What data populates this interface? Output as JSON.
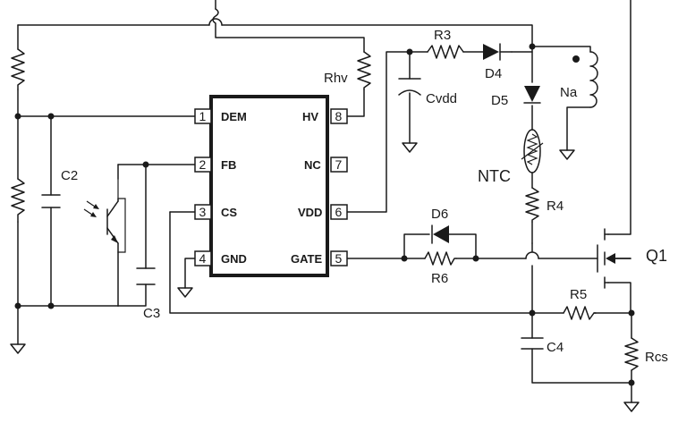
{
  "ic": {
    "pins": [
      {
        "num": "1",
        "name": "DEM"
      },
      {
        "num": "2",
        "name": "FB"
      },
      {
        "num": "3",
        "name": "CS"
      },
      {
        "num": "4",
        "name": "GND"
      },
      {
        "num": "8",
        "name": "HV"
      },
      {
        "num": "7",
        "name": "NC"
      },
      {
        "num": "6",
        "name": "VDD"
      },
      {
        "num": "5",
        "name": "GATE"
      }
    ]
  },
  "labels": {
    "rhv": "Rhv",
    "r3": "R3",
    "d4": "D4",
    "d5": "D5",
    "na": "Na",
    "cvdd": "Cvdd",
    "ntc": "NTC",
    "r4": "R4",
    "d6": "D6",
    "r6": "R6",
    "q1": "Q1",
    "r5": "R5",
    "c4": "C4",
    "rcs": "Rcs",
    "c2": "C2",
    "c3": "C3"
  }
}
